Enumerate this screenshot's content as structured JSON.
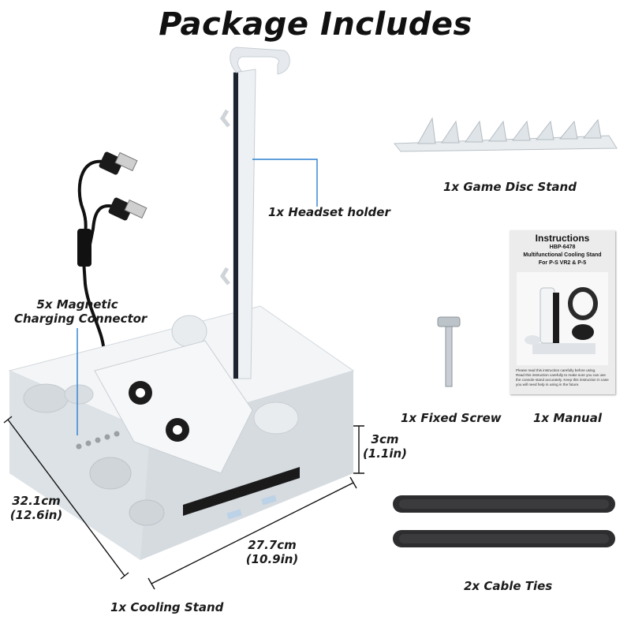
{
  "title": "Package Includes",
  "items": {
    "headset_holder": "1x Headset holder",
    "magnetic_connector": [
      "5x Magnetic",
      "Charging Connector"
    ],
    "game_disc_stand": "1x Game Disc Stand",
    "fixed_screw": "1x Fixed Screw",
    "manual": "1x Manual",
    "cable_ties": "2x Cable Ties",
    "cooling_stand": "1x Cooling Stand"
  },
  "dimensions": {
    "height_cm": "3cm",
    "height_in": "(1.1in)",
    "depth_cm": "32.1cm",
    "depth_in": "(12.6in)",
    "width_cm": "27.7cm",
    "width_in": "(10.9in)"
  },
  "manual_page": {
    "title": "Instructions",
    "model": "HBP-6478",
    "line1": "Multifunctional Cooling Stand",
    "line2": "For P-S VR2 & P-5",
    "notes": [
      "Please read this instruction carefully before using.",
      "Read this instruction carefully to make sure you can use the console stand accurately. Keep this instruction in case you will need help in using in the future."
    ]
  }
}
